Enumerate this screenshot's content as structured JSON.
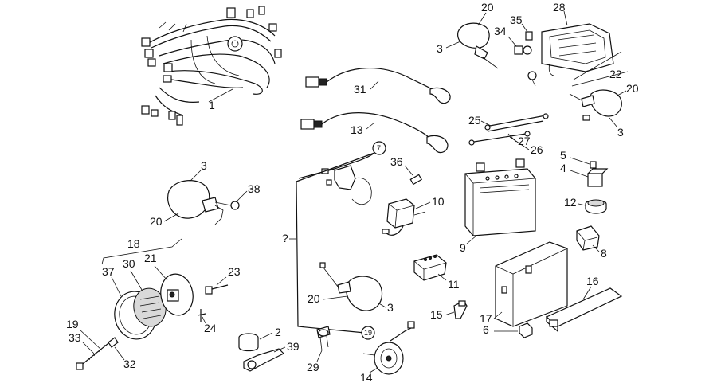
{
  "labels": {
    "l1": "1",
    "l2": "2",
    "l3a": "3",
    "l3b": "3",
    "l3c": "3",
    "l3d": "3",
    "l4": "4",
    "l5": "5",
    "l6": "6",
    "l8": "8",
    "l9": "9",
    "l10": "10",
    "l11": "11",
    "l12": "12",
    "l13": "13",
    "l14": "14",
    "l15": "15",
    "l16": "16",
    "l17": "17",
    "l18": "18",
    "l19": "19",
    "l20a": "20",
    "l20b": "20",
    "l20c": "20",
    "l20d": "20",
    "l21": "21",
    "l22": "22",
    "l23": "23",
    "l24": "24",
    "l25": "25",
    "l26": "26",
    "l27": "27",
    "l28": "28",
    "l29": "29",
    "l30": "30",
    "l31": "31",
    "l32": "32",
    "l33": "33",
    "l34": "34",
    "l35": "35",
    "l36": "36",
    "l37": "37",
    "l38": "38",
    "l39": "39",
    "q": "?",
    "c7": "7",
    "c19": "19"
  }
}
